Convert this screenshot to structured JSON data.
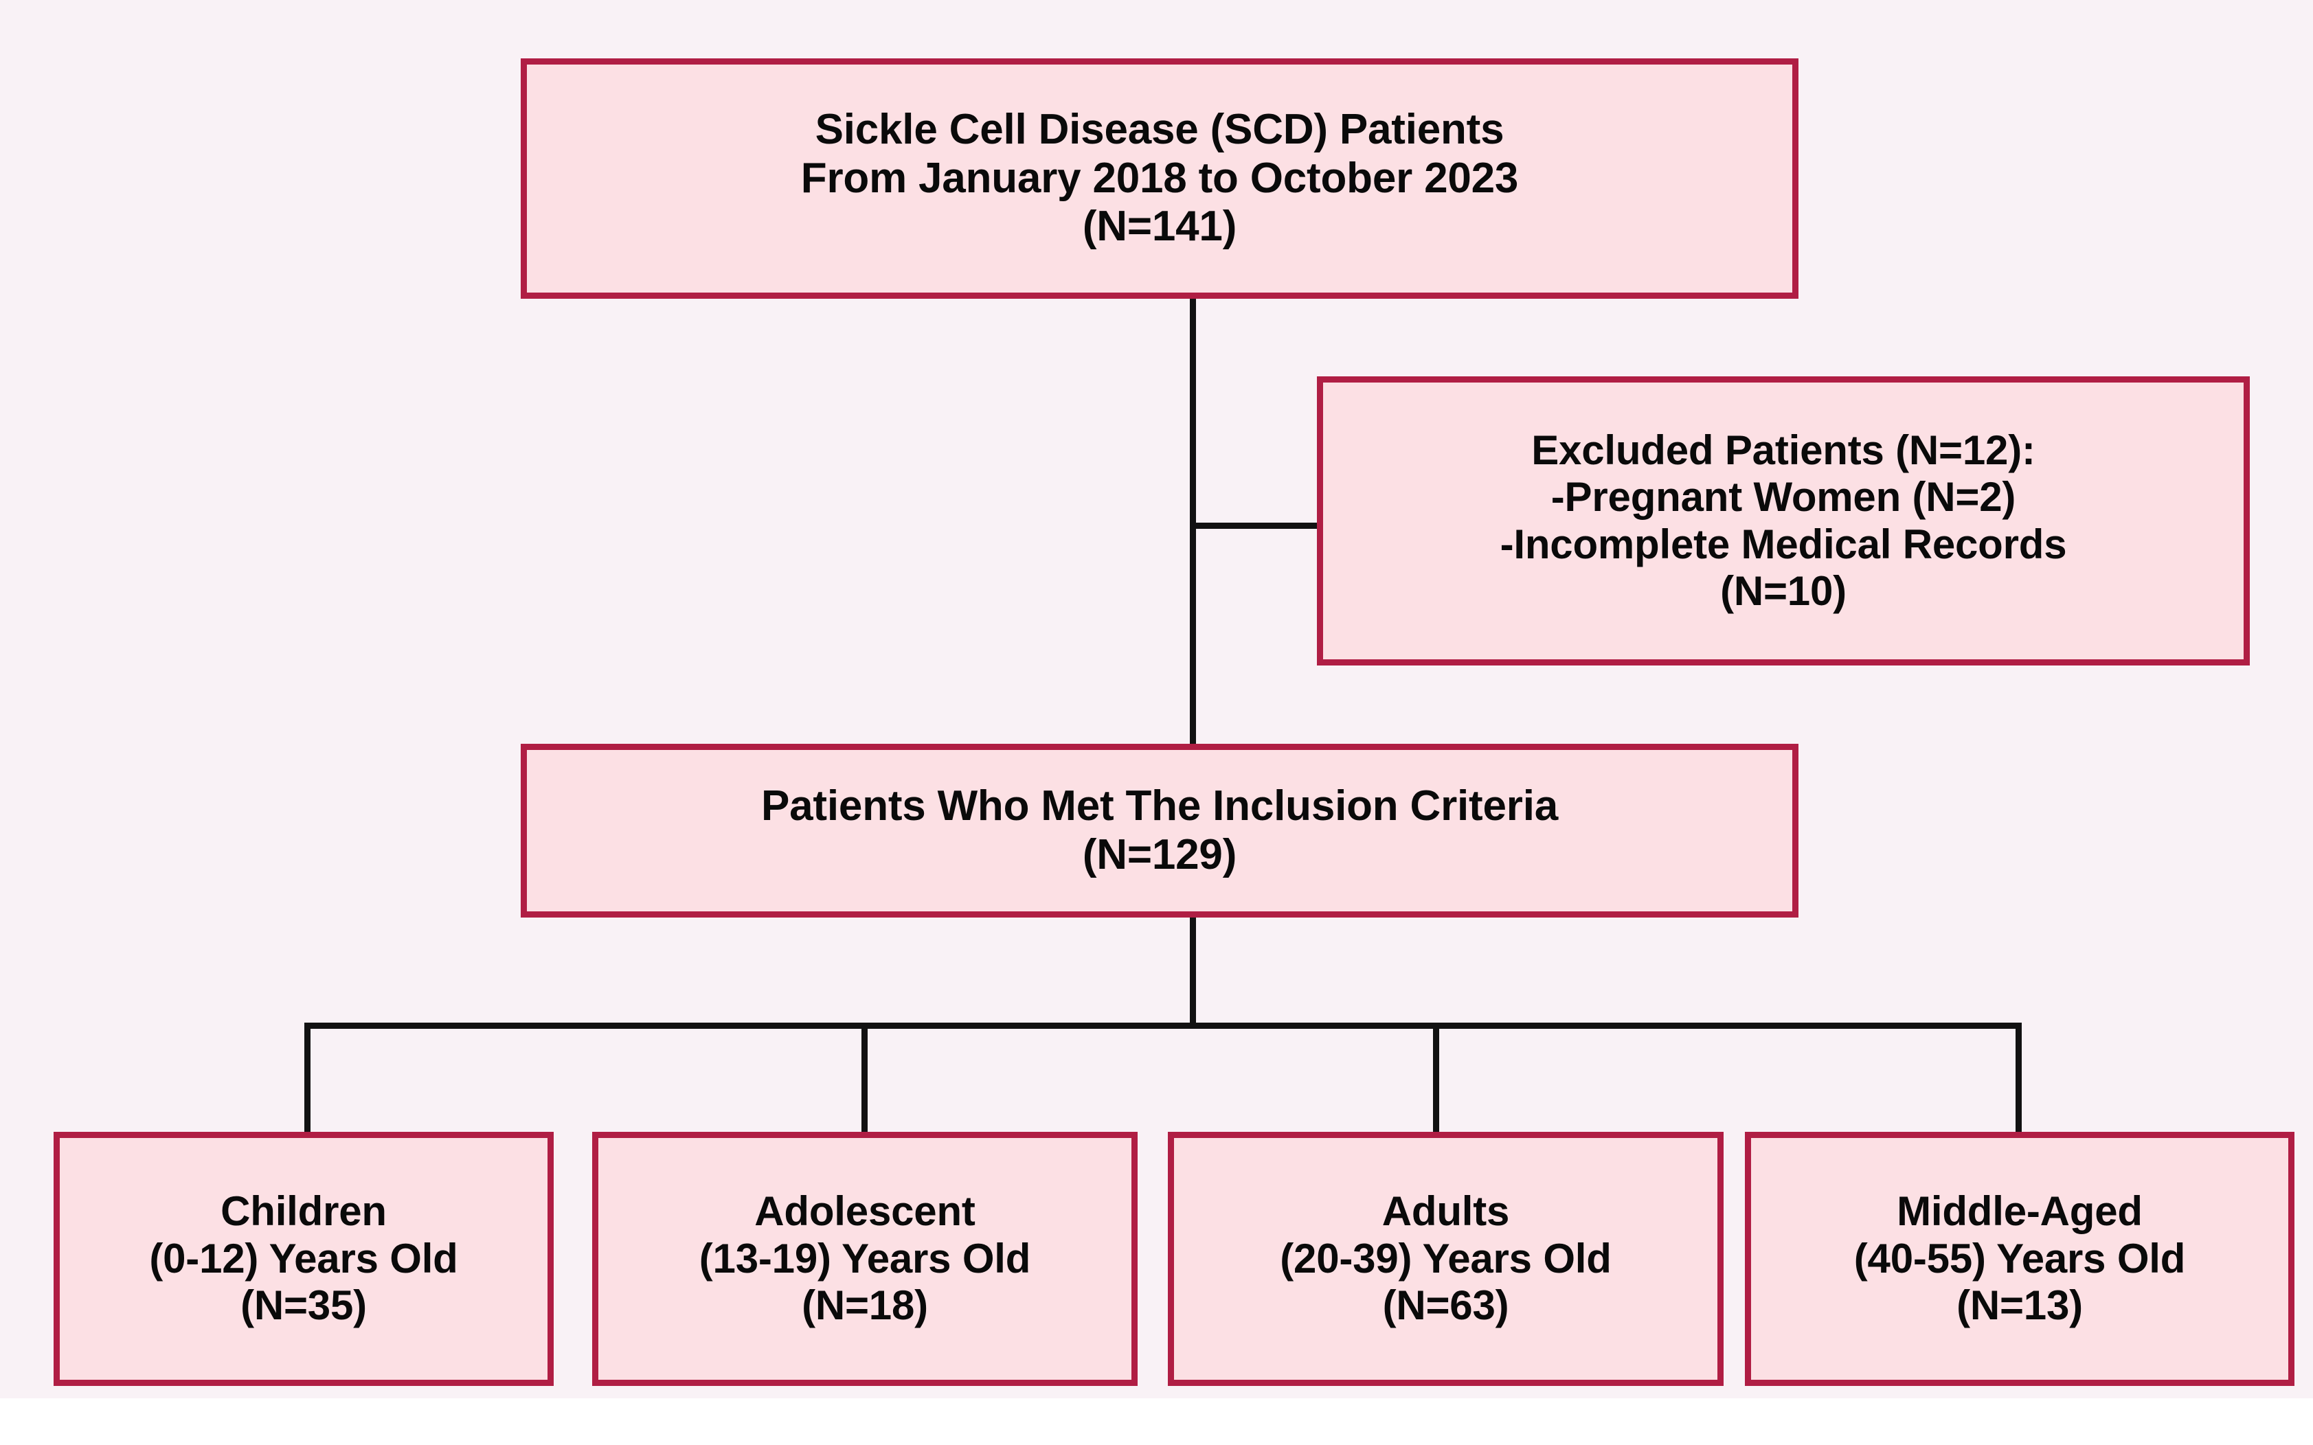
{
  "figure": {
    "type": "flowchart",
    "title": "Sickle Cell Disease patient selection flow"
  },
  "colors": {
    "node_fill": "#fce0e4",
    "node_border": "#b01e44",
    "connector": "#121212",
    "canvas_background": "#f9f2f6",
    "text": "#0a0a0a"
  },
  "nodes": {
    "source": {
      "lines": [
        "Sickle Cell Disease (SCD) Patients",
        "From January 2018 to October 2023",
        "(N=141)"
      ],
      "count": 141
    },
    "excluded": {
      "lines": [
        "Excluded Patients (N=12):",
        "-Pregnant Women (N=2)",
        "-Incomplete Medical Records",
        "(N=10)"
      ],
      "count": 12,
      "reasons": [
        {
          "label": "Pregnant Women",
          "count": 2
        },
        {
          "label": "Incomplete Medical Records",
          "count": 10
        }
      ]
    },
    "included": {
      "lines": [
        "Patients Who Met The Inclusion Criteria",
        "(N=129)"
      ],
      "count": 129
    },
    "groups": [
      {
        "lines": [
          "Children",
          "(0-12) Years Old",
          "(N=35)"
        ],
        "name": "Children",
        "age_range": "0-12",
        "count": 35
      },
      {
        "lines": [
          "Adolescent",
          "(13-19) Years Old",
          "(N=18)"
        ],
        "name": "Adolescent",
        "age_range": "13-19",
        "count": 18
      },
      {
        "lines": [
          "Adults",
          "(20-39) Years Old",
          "(N=63)"
        ],
        "name": "Adults",
        "age_range": "20-39",
        "count": 63
      },
      {
        "lines": [
          "Middle-Aged",
          "(40-55) Years Old",
          "(N=13)"
        ],
        "name": "Middle-Aged",
        "age_range": "40-55",
        "count": 13
      }
    ]
  }
}
